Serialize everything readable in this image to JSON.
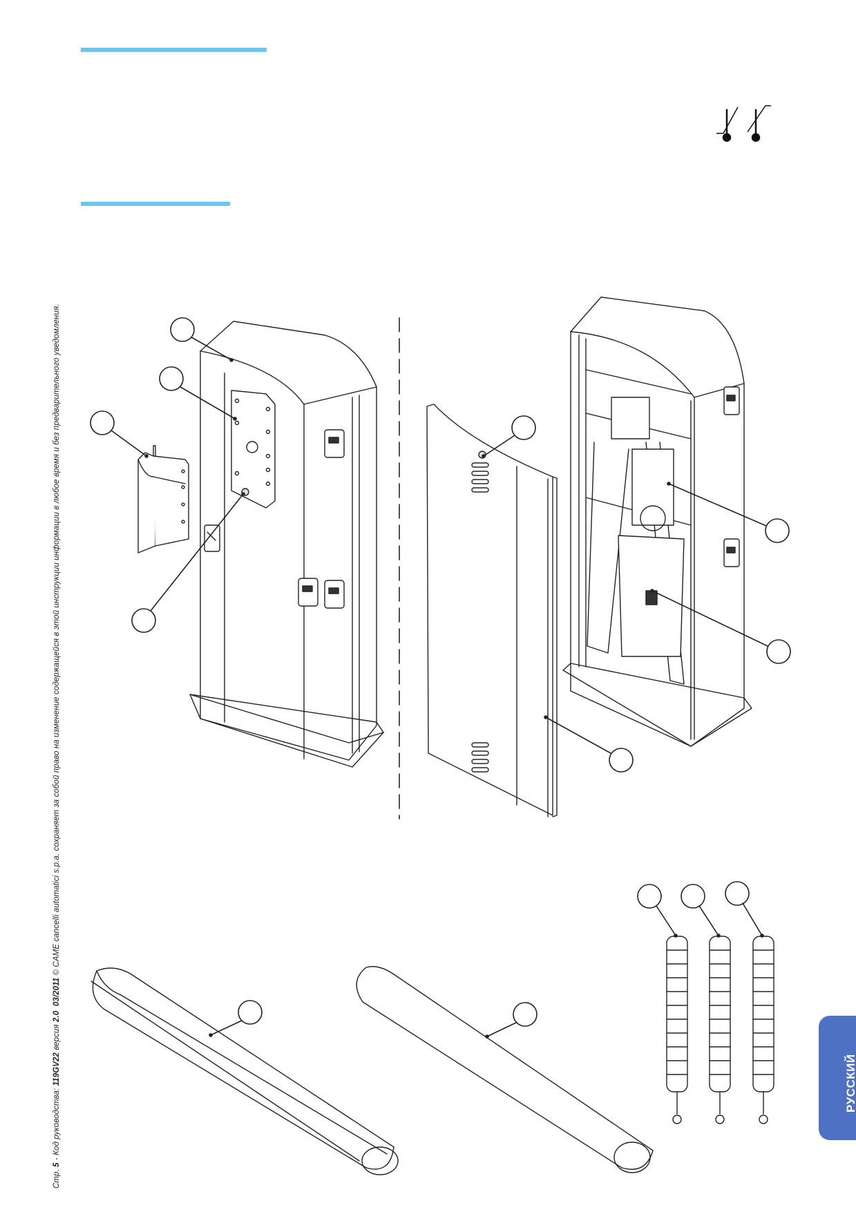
{
  "footer": {
    "prefix": "Стр. ",
    "page_number": "5",
    "manual_code_label": " - Код руководства: ",
    "manual_code": "119GV22",
    "version_label": " версия ",
    "version": "2.0",
    "date": "03/2011",
    "copyright": " © CAME cancelli automatici s.p.a.  сохраняет за собой право на изменение содержащейся в этой инструкции информации в любое время и без предварительного уведомления."
  },
  "language_tab": {
    "label": "РУССКИЙ",
    "color": "#4f71c4"
  },
  "accent_color": "#67c7ee",
  "icons": [
    "thermometer-low-icon",
    "thermometer-high-icon"
  ],
  "callout_count": 13
}
